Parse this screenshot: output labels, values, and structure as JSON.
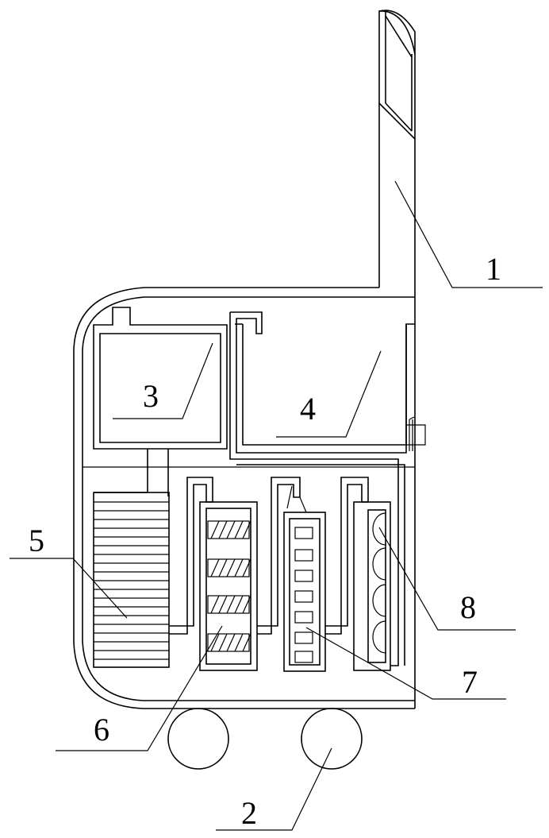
{
  "figure": {
    "line_color": "#000000",
    "background": "#ffffff",
    "callouts": [
      {
        "id": "callout-1",
        "label": "1"
      },
      {
        "id": "callout-2",
        "label": "2"
      },
      {
        "id": "callout-3",
        "label": "3"
      },
      {
        "id": "callout-4",
        "label": "4"
      },
      {
        "id": "callout-5",
        "label": "5"
      },
      {
        "id": "callout-6",
        "label": "6"
      },
      {
        "id": "callout-7",
        "label": "7"
      },
      {
        "id": "callout-8",
        "label": "8"
      }
    ]
  }
}
